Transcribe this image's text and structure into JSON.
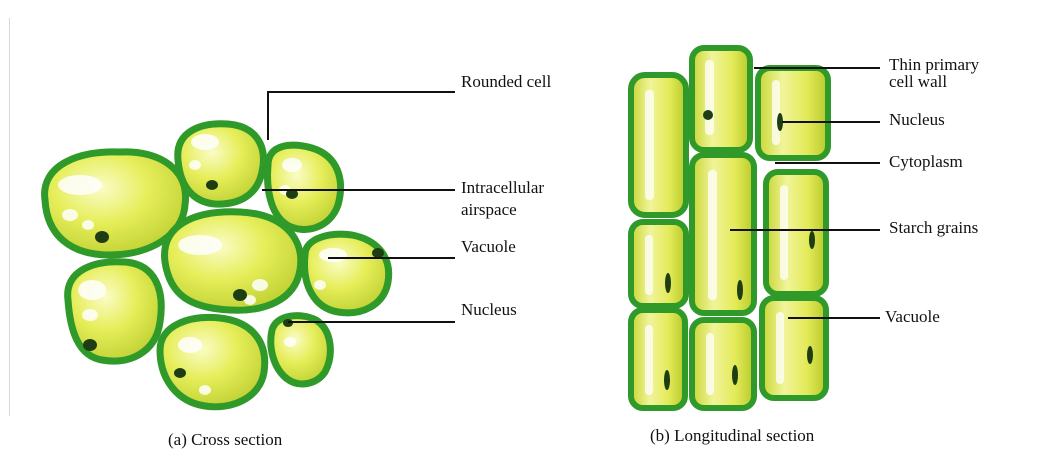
{
  "figure": {
    "left": {
      "caption": "(a) Cross section",
      "labels": {
        "rounded_cell": "Rounded cell",
        "airspace_line1": "Intracellular",
        "airspace_line2": "airspace",
        "vacuole": "Vacuole",
        "nucleus": "Nucleus"
      }
    },
    "right": {
      "caption": "(b) Longitudinal section",
      "labels": {
        "wall_line1": "Thin primary",
        "wall_line2": "cell wall",
        "nucleus": "Nucleus",
        "cytoplasm": "Cytoplasm",
        "starch": "Starch grains",
        "vacuole": "Vacuole"
      }
    }
  },
  "colors": {
    "cell_wall": "#2f9a2a",
    "cytoplasm": "#dfe84a",
    "cytoplasm_light": "#f4f7a8",
    "nucleus": "#1e3d12",
    "leader_line": "#111111"
  }
}
